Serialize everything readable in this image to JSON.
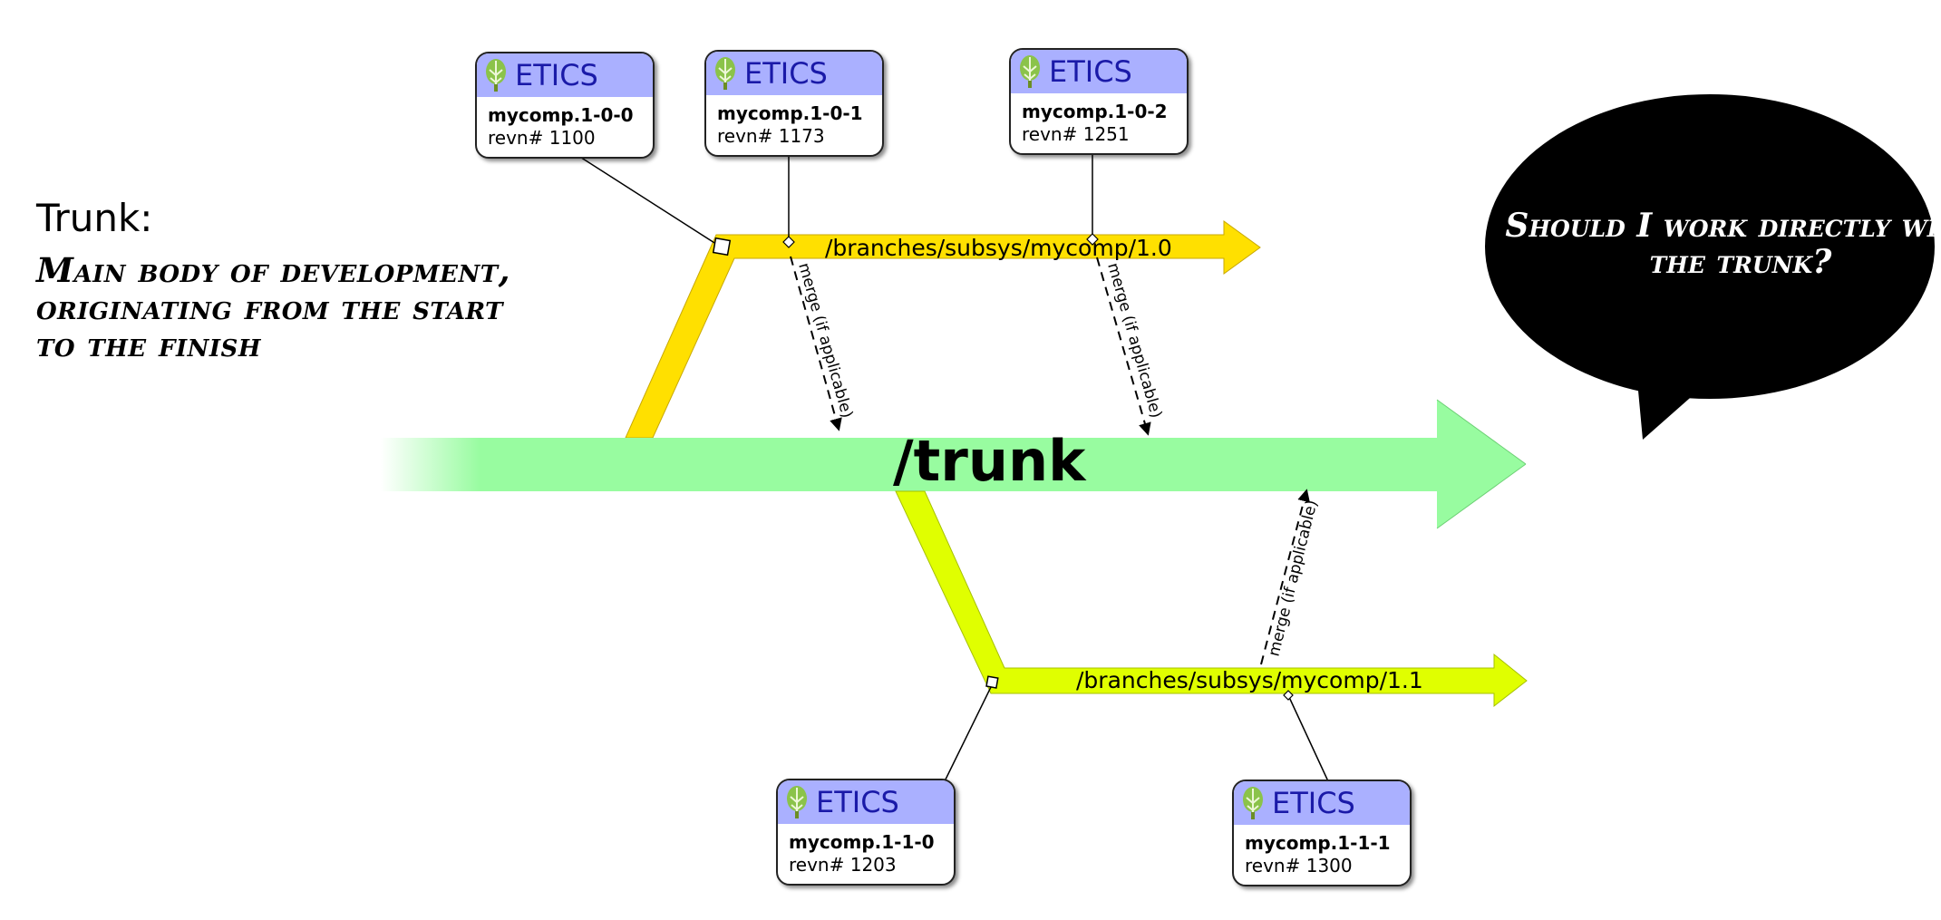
{
  "trunk_section": {
    "heading": "Trunk:",
    "description": "Main body of development, originating from the start to the finish"
  },
  "bubble": {
    "text": "Should I work directly with the trunk?"
  },
  "trunk": {
    "label": "/trunk",
    "color": "#98fca0"
  },
  "branches": [
    {
      "label": "/branches/subsys/mycomp/1.0",
      "color": "#ffe000"
    },
    {
      "label": "/branches/subsys/mycomp/1.1",
      "color": "#e0ff00"
    }
  ],
  "merge_label": "merge (if applicable)",
  "releases": [
    {
      "title": "ETICS",
      "name": "mycomp.1-0-0",
      "revision": "revn# 1100"
    },
    {
      "title": "ETICS",
      "name": "mycomp.1-0-1",
      "revision": "revn# 1173"
    },
    {
      "title": "ETICS",
      "name": "mycomp.1-0-2",
      "revision": "revn# 1251"
    },
    {
      "title": "ETICS",
      "name": "mycomp.1-1-0",
      "revision": "revn# 1203"
    },
    {
      "title": "ETICS",
      "name": "mycomp.1-1-1",
      "revision": "revn# 1300"
    }
  ],
  "colors": {
    "card_header": "#aab0ff",
    "card_title": "#1a1aa8",
    "bubble": "#000000"
  }
}
